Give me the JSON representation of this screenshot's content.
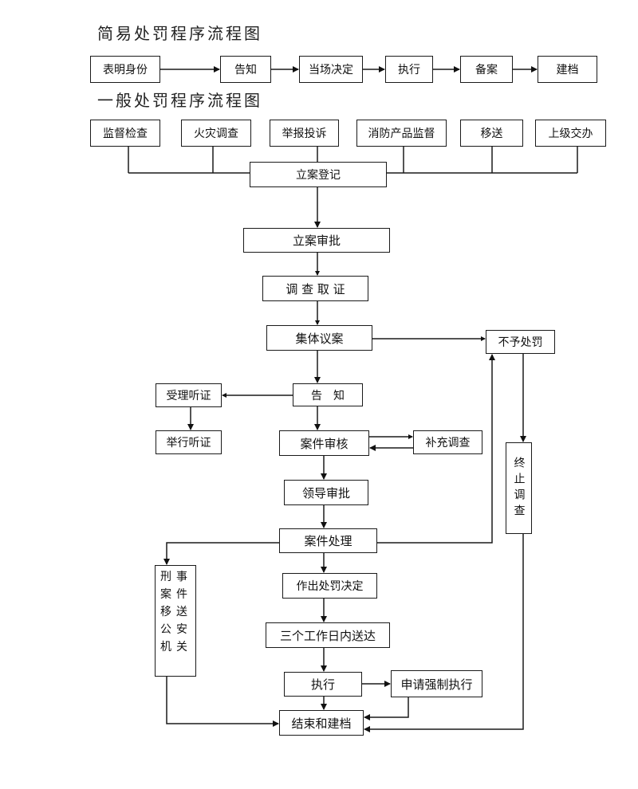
{
  "simple": {
    "title": "简易处罚程序流程图",
    "steps": [
      "表明身份",
      "告知",
      "当场决定",
      "执行",
      "备案",
      "建档"
    ]
  },
  "general": {
    "title": "一般处罚程序流程图",
    "sources": [
      "监督检查",
      "火灾调查",
      "举报投诉",
      "消防产品监督",
      "移送",
      "上级交办"
    ],
    "nodes": {
      "register": "立案登记",
      "approve": "立案审批",
      "investigate": "调 查 取 证",
      "collective": "集体议案",
      "no_penalty": "不予处罚",
      "notify": "告　知",
      "accept_hearing": "受理听证",
      "hold_hearing": "举行听证",
      "review": "案件审核",
      "supplement": "补充调查",
      "leader_approve": "领导审批",
      "terminate": "终止调查",
      "handle": "案件处理",
      "criminal_transfer": [
        "刑",
        "事",
        "案",
        "件",
        "移",
        "送",
        "公",
        "安",
        "机",
        "关"
      ],
      "decision": "作出处罚决定",
      "deliver": "三个工作日内送达",
      "execute": "执行",
      "enforce": "申请强制执行",
      "close": "结束和建档"
    }
  }
}
